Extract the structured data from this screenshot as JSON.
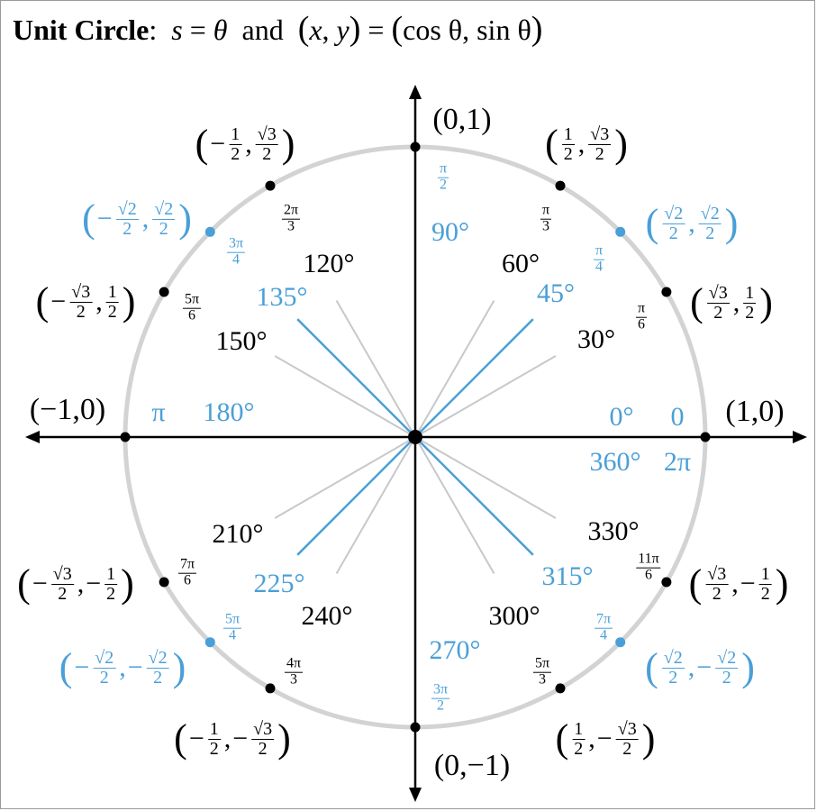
{
  "colors": {
    "special": "#4a9fd8",
    "standard": "#000000",
    "circle": "#d3d3d3",
    "spoke_gray": "#c8c8c8"
  },
  "title": {
    "bold": "Unit Circle",
    "colon": ":",
    "s": "s",
    "eq": " = ",
    "theta": "θ",
    "and": "and",
    "x": "x",
    "comma": ", ",
    "y": "y",
    "rhs": "cos θ, sin θ"
  },
  "axis_points": {
    "top": "(0,1)",
    "bottom": "(0,−1)",
    "left": "(−1,0)",
    "right": "(1,0)"
  },
  "quadrantal": {
    "right_deg0": "0°",
    "right_rad0": "0",
    "right_deg360": "360°",
    "right_rad2pi": "2π",
    "left_rad": "π",
    "left_deg": "180°",
    "top_deg": "90°",
    "top_rad_num": "π",
    "top_rad_den": "2",
    "bottom_deg": "270°",
    "bottom_rad_num": "3π",
    "bottom_rad_den": "2"
  },
  "angles": [
    {
      "deg": "30°",
      "rad_num": "π",
      "rad_den": "6",
      "x_num": "√3",
      "x_den": "2",
      "x_sign": "",
      "y_num": "1",
      "y_den": "2",
      "y_sign": ""
    },
    {
      "deg": "45°",
      "rad_num": "π",
      "rad_den": "4",
      "x_num": "√2",
      "x_den": "2",
      "x_sign": "",
      "y_num": "√2",
      "y_den": "2",
      "y_sign": ""
    },
    {
      "deg": "60°",
      "rad_num": "π",
      "rad_den": "3",
      "x_num": "1",
      "x_den": "2",
      "x_sign": "",
      "y_num": "√3",
      "y_den": "2",
      "y_sign": ""
    },
    {
      "deg": "120°",
      "rad_num": "2π",
      "rad_den": "3",
      "x_num": "1",
      "x_den": "2",
      "x_sign": "−",
      "y_num": "√3",
      "y_den": "2",
      "y_sign": ""
    },
    {
      "deg": "135°",
      "rad_num": "3π",
      "rad_den": "4",
      "x_num": "√2",
      "x_den": "2",
      "x_sign": "−",
      "y_num": "√2",
      "y_den": "2",
      "y_sign": ""
    },
    {
      "deg": "150°",
      "rad_num": "5π",
      "rad_den": "6",
      "x_num": "√3",
      "x_den": "2",
      "x_sign": "−",
      "y_num": "1",
      "y_den": "2",
      "y_sign": ""
    },
    {
      "deg": "210°",
      "rad_num": "7π",
      "rad_den": "6",
      "x_num": "√3",
      "x_den": "2",
      "x_sign": "−",
      "y_num": "1",
      "y_den": "2",
      "y_sign": "−"
    },
    {
      "deg": "225°",
      "rad_num": "5π",
      "rad_den": "4",
      "x_num": "√2",
      "x_den": "2",
      "x_sign": "−",
      "y_num": "√2",
      "y_den": "2",
      "y_sign": "−"
    },
    {
      "deg": "240°",
      "rad_num": "4π",
      "rad_den": "3",
      "x_num": "1",
      "x_den": "2",
      "x_sign": "−",
      "y_num": "√3",
      "y_den": "2",
      "y_sign": "−"
    },
    {
      "deg": "300°",
      "rad_num": "5π",
      "rad_den": "3",
      "x_num": "1",
      "x_den": "2",
      "x_sign": "",
      "y_num": "√3",
      "y_den": "2",
      "y_sign": "−"
    },
    {
      "deg": "315°",
      "rad_num": "7π",
      "rad_den": "4",
      "x_num": "√2",
      "x_den": "2",
      "x_sign": "",
      "y_num": "√2",
      "y_den": "2",
      "y_sign": "−"
    },
    {
      "deg": "330°",
      "rad_num": "11π",
      "rad_den": "6",
      "x_num": "√3",
      "x_den": "2",
      "x_sign": "",
      "y_num": "1",
      "y_den": "2",
      "y_sign": "−"
    }
  ]
}
